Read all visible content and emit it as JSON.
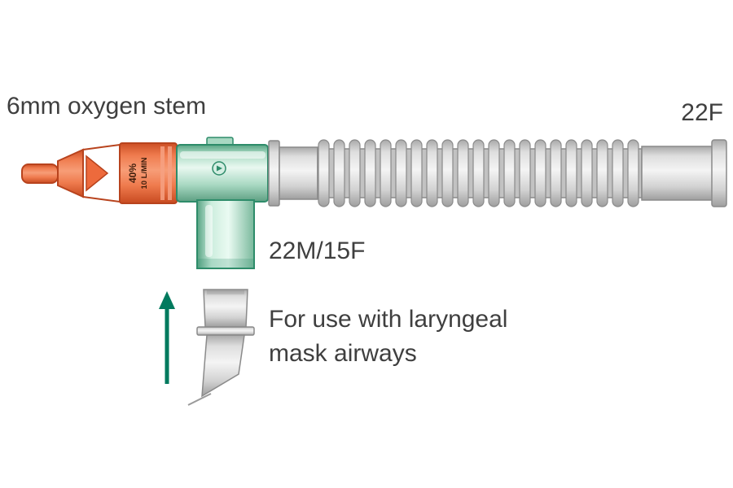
{
  "labels": {
    "oxygen_stem": "6mm oxygen stem",
    "size_22f": "22F",
    "size_22m15f": "22M/15F",
    "usage_line1": "For use with laryngeal",
    "usage_line2": "mask airways",
    "collar_line1": "40%",
    "collar_line2": "10 L/MIN"
  },
  "colors": {
    "orange": "#ed6a3c",
    "orange_dark": "#b8431d",
    "green": "#9ed3ba",
    "green_dark": "#2e8c6a",
    "gray": "#d9d9d9",
    "gray_dark": "#8a8a8a",
    "arrow_green": "#007a5e",
    "text": "#3f3f3f",
    "collar_text": "#3d1d0c"
  }
}
